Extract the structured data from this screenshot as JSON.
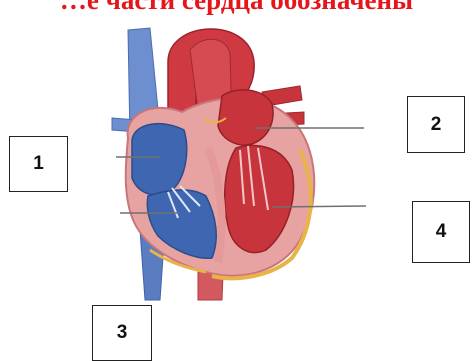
{
  "title": "…е части сердца обозначены",
  "labels": {
    "box1": "1",
    "box2": "2",
    "box3": "3",
    "box4": "4"
  },
  "colors": {
    "title": "#e4161b",
    "oxygenated": "#c8343c",
    "deoxygenated": "#3f66b0",
    "fat": "#e8b44a"
  }
}
